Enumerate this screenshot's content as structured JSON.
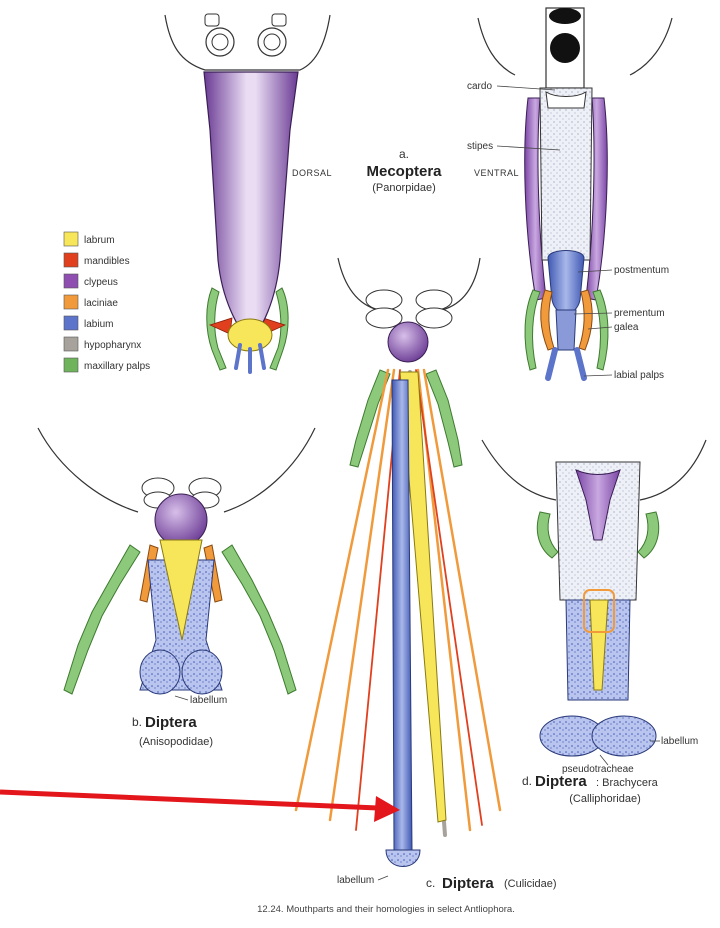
{
  "legend": [
    {
      "label": "labrum",
      "color": "#f7e55a"
    },
    {
      "label": "mandibles",
      "color": "#e0401e"
    },
    {
      "label": "clypeus",
      "color": "#8e4fb0"
    },
    {
      "label": "laciniae",
      "color": "#f09a3c"
    },
    {
      "label": "labium",
      "color": "#5c74c9"
    },
    {
      "label": "hypopharynx",
      "color": "#a8a29c"
    },
    {
      "label": "maxillary palps",
      "color": "#6fb35d"
    }
  ],
  "panel_a": {
    "letter": "a.",
    "name": "Mecoptera",
    "family": "(Panorpidae)",
    "dorsal": "DORSAL",
    "ventral": "VENTRAL",
    "labels": {
      "cardo": "cardo",
      "stipes": "stipes",
      "postmentum": "postmentum",
      "prementum": "prementum",
      "galea": "galea",
      "labial_palps": "labial palps"
    }
  },
  "panel_b": {
    "letter": "b.",
    "name": "Diptera",
    "family": "(Anisopodidae)",
    "labellum": "labellum"
  },
  "panel_c": {
    "letter": "c.",
    "name": "Diptera",
    "family": "(Culicidae)",
    "labellum": "labellum"
  },
  "panel_d": {
    "letter": "d.",
    "name": "Diptera",
    "suborder": ": Brachycera",
    "family": "(Calliphoridae)",
    "labellum": "labellum",
    "pseudotracheae": "pseudotracheae"
  },
  "caption": "12.24. Mouthparts and their homologies in select Antliophora.",
  "arrow_color": "#e3161c"
}
